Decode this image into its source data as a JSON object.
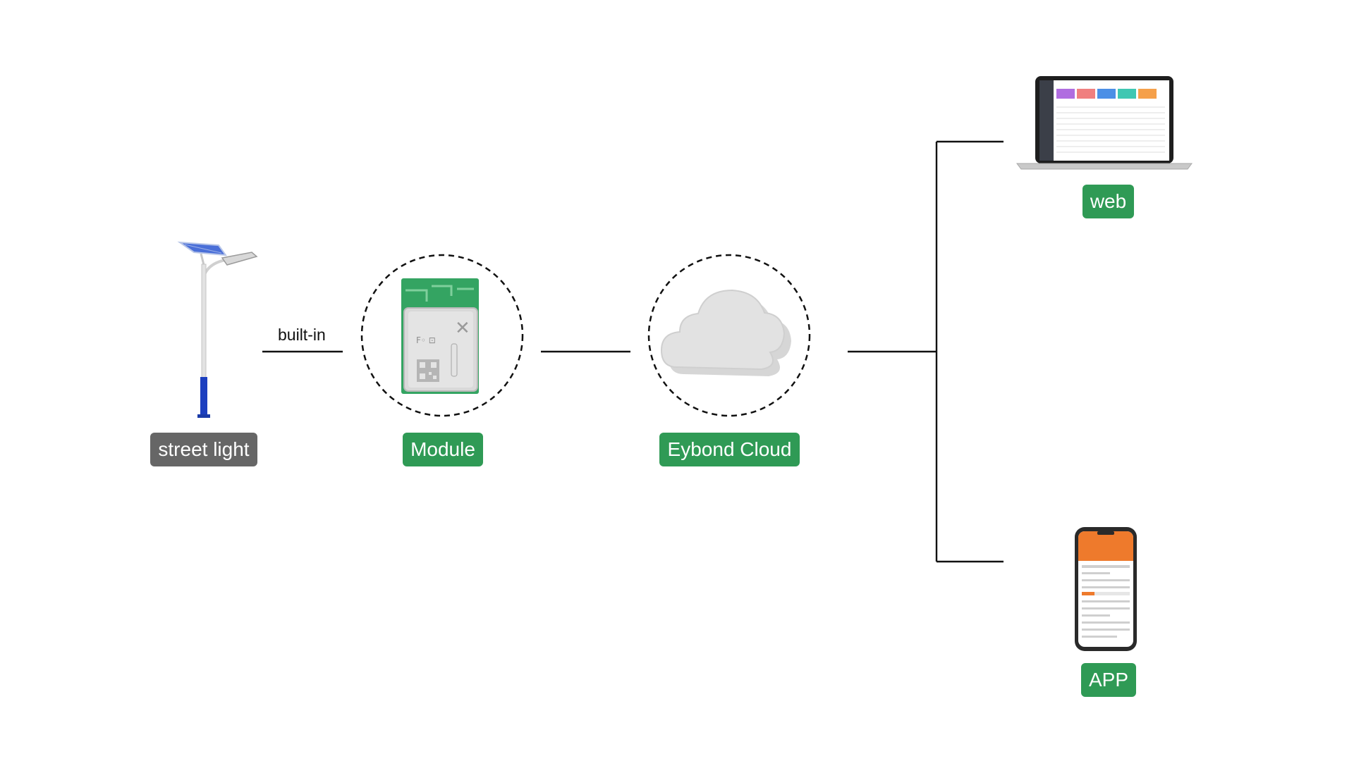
{
  "colors": {
    "badge_green": "#2f9a55",
    "badge_gray": "#666666",
    "connector": "#111111",
    "app_orange": "#ee7a2c"
  },
  "nodes": {
    "street_light": {
      "label": "street light",
      "icon": "street-light-icon"
    },
    "module": {
      "label": "Module",
      "icon": "wifi-module-chip-icon"
    },
    "cloud": {
      "label": "Eybond Cloud",
      "icon": "cloud-icon"
    },
    "web": {
      "label": "web",
      "icon": "laptop-icon"
    },
    "app": {
      "label": "APP",
      "icon": "smartphone-icon"
    }
  },
  "edges": {
    "light_to_module": {
      "label": "built-in"
    }
  }
}
